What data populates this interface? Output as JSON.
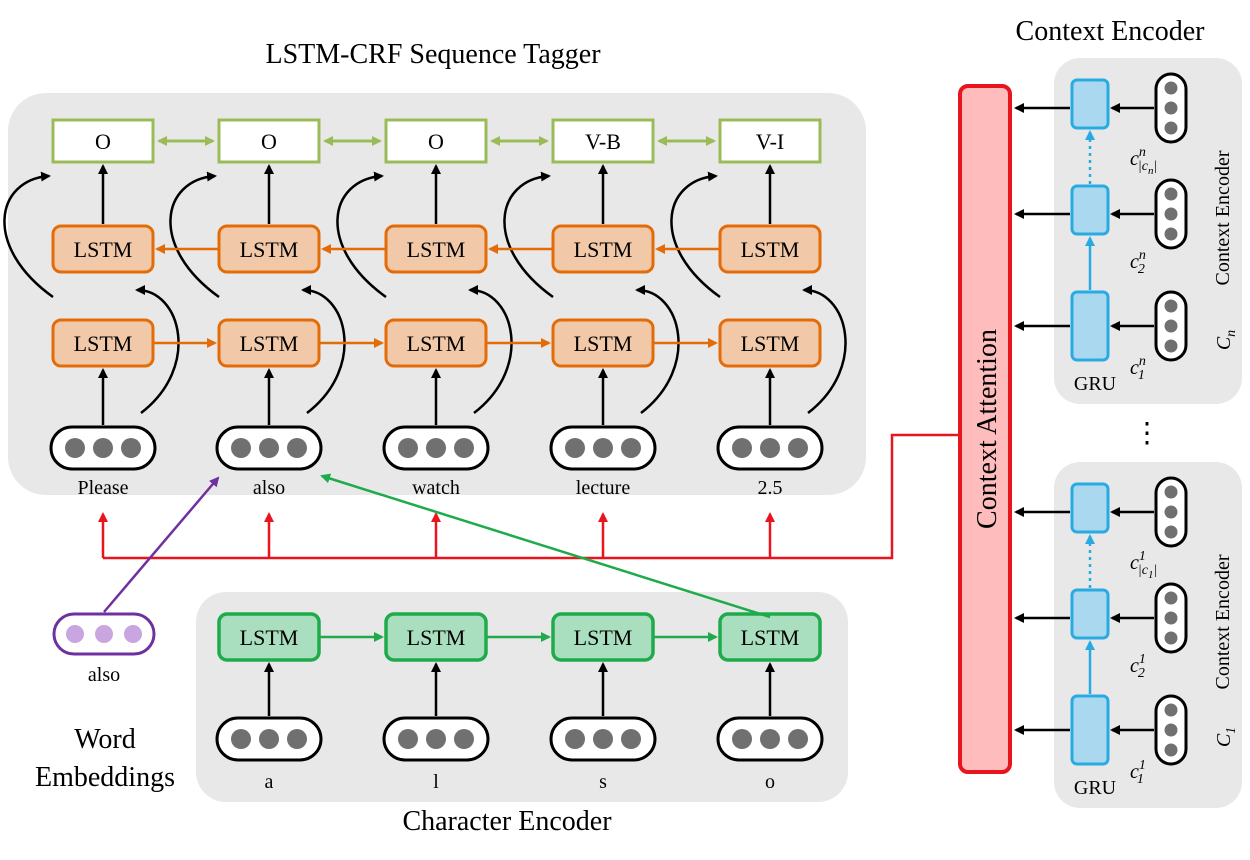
{
  "titles": {
    "tagger": "LSTM-CRF Sequence Tagger",
    "context_encoder_top": "Context Encoder",
    "character_encoder": "Character Encoder",
    "word_embeddings_line1": "Word",
    "word_embeddings_line2": "Embeddings",
    "context_attention": "Context Attention"
  },
  "tags": [
    "O",
    "O",
    "O",
    "V-B",
    "V-I"
  ],
  "lstm_label": "LSTM",
  "gru_label": "GRU",
  "words": [
    "Please",
    "also",
    "watch",
    "lecture",
    "2.5"
  ],
  "word_embedding_word": "also",
  "characters": [
    "a",
    "l",
    "s",
    "o"
  ],
  "side_labels": {
    "upper": "Context Encoder",
    "lower": "Context Encoder",
    "upper_group": "C",
    "upper_group_sub": "n",
    "lower_group": "C",
    "lower_group_sub": "1",
    "ellipsis": "⋮"
  },
  "upper_context_labels": {
    "top": {
      "base": "c",
      "sup": "n",
      "sub": "|c",
      "sub2": "n",
      "sub3": "|"
    },
    "middle": {
      "base": "c",
      "sup": "n",
      "sub": "2"
    },
    "bottom": {
      "base": "c",
      "sup": "n",
      "sub": "1"
    }
  },
  "lower_context_labels": {
    "top": {
      "base": "c",
      "sup": "1",
      "sub": "|c",
      "sub2": "1",
      "sub3": "|"
    },
    "middle": {
      "base": "c",
      "sup": "1",
      "sub": "2"
    },
    "bottom": {
      "base": "c",
      "sup": "1",
      "sub": "1"
    }
  },
  "colors": {
    "panel_gray": "#e8e8e8",
    "crf_green": "#9bbb59",
    "lstm_orange": "#e36c09",
    "lstm_fill": "#f2c9a8",
    "char_green": "#1faa4c",
    "char_fill": "#a9dfbf",
    "gru_blue": "#29abe2",
    "gru_fill": "#aad8ee",
    "attention_red": "#e8141e",
    "attention_fill": "#ffbcbc",
    "word_emb_purple": "#7030a0",
    "word_emb_dot": "#c9a6e0",
    "dot_gray": "#707070"
  }
}
